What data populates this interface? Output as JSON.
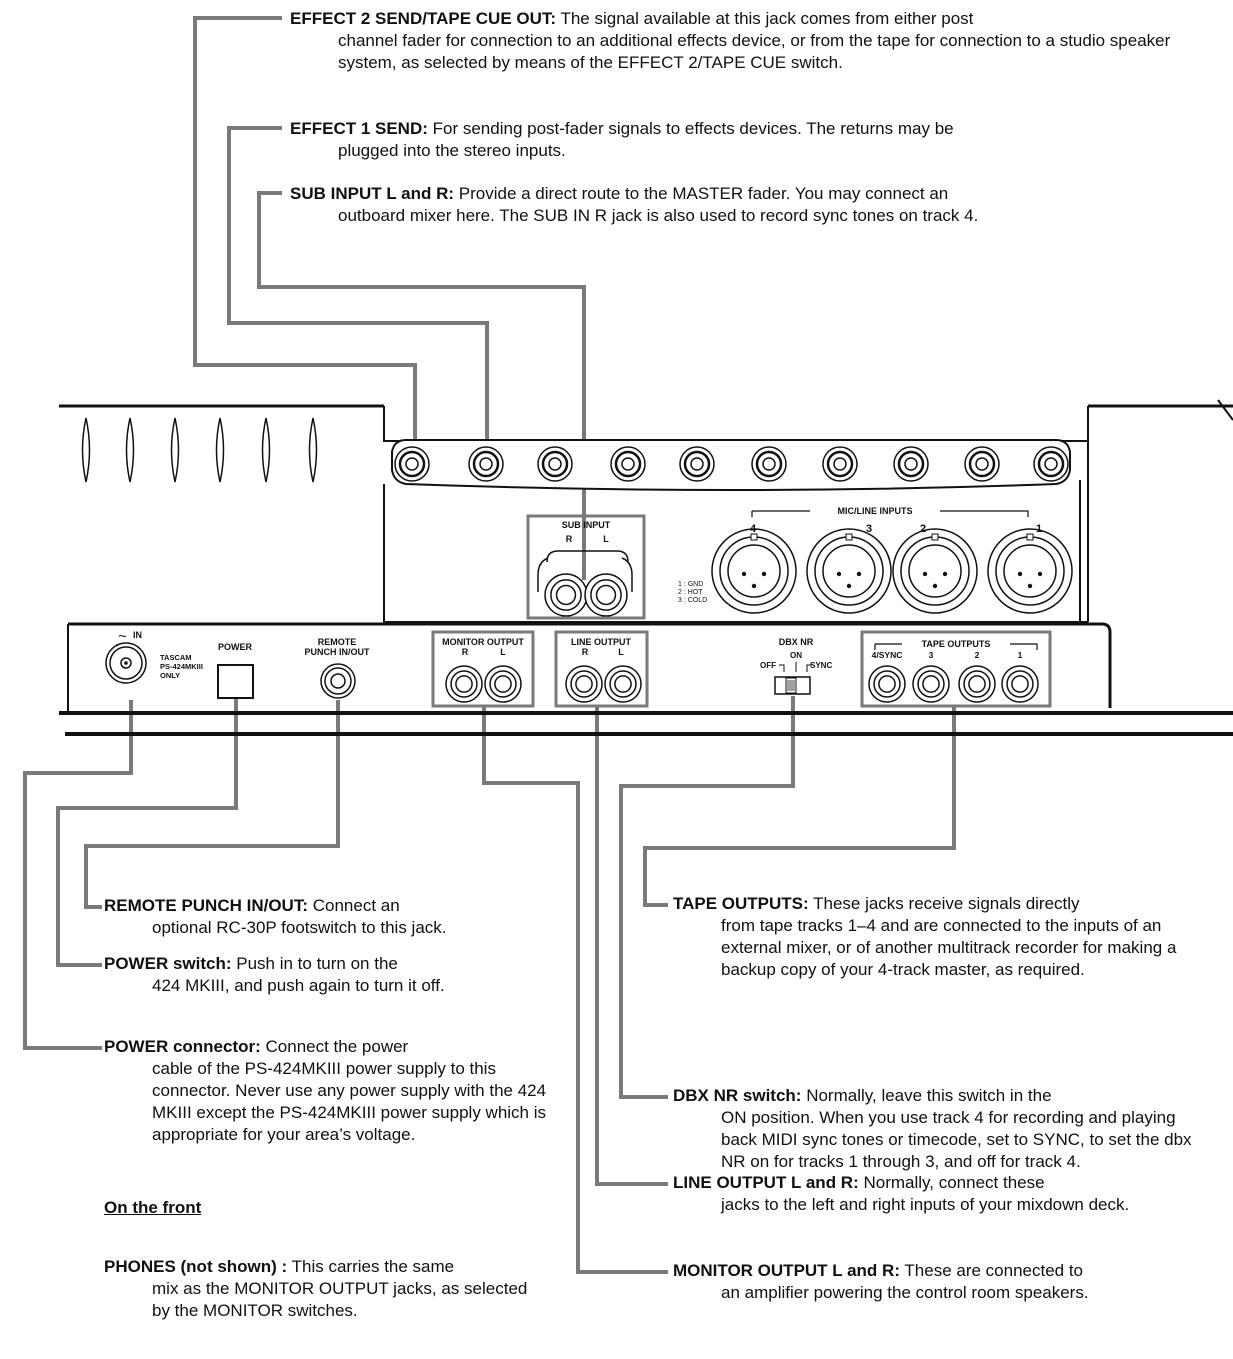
{
  "callouts": {
    "effect2": {
      "term": "EFFECT 2 SEND/TAPE CUE OUT:",
      "line1": " The signal available at this jack comes from either post",
      "rest": "channel fader for connection to an additional effects device, or from the tape for connection to a studio speaker system, as selected by means of the EFFECT 2/TAPE CUE switch."
    },
    "effect1": {
      "term": "EFFECT 1 SEND:",
      "line1": " For sending post-fader signals to effects devices. The returns may be",
      "rest": "plugged into the stereo inputs."
    },
    "subinput": {
      "term": "SUB INPUT L and R:",
      "line1": " Provide a direct route to the MASTER fader. You may connect an",
      "rest": "outboard mixer here. The SUB IN R jack is also used to record sync tones on track 4."
    },
    "remote": {
      "term": "REMOTE PUNCH IN/OUT:",
      "line1": " Connect an",
      "rest": "optional RC-30P footswitch to this jack."
    },
    "power_switch": {
      "term": "POWER switch:",
      "line1": " Push in to turn on the",
      "rest": "424 MKIII, and push again to turn it off."
    },
    "power_connector": {
      "term": "POWER connector:",
      "line1": " Connect the power",
      "rest": "cable of the PS-424MKIII power supply to this connector. Never use any power supply with the 424 MKIII except the PS-424MKIII power supply which is appropriate for your area’s voltage."
    },
    "tape_outputs": {
      "term": "TAPE OUTPUTS:",
      "line1": " These jacks receive signals directly",
      "rest": "from tape tracks 1–4 and are connected to the inputs of an external mixer, or of another multitrack recorder for making a backup copy of your 4-track master, as required."
    },
    "dbx": {
      "term": "DBX NR switch:",
      "line1": " Normally, leave this switch in the",
      "rest": "ON position. When you use track 4 for recording and playing back MIDI sync tones or timecode, set to SYNC, to set the dbx NR on for tracks 1 through 3, and off for track 4."
    },
    "line_output": {
      "term": "LINE OUTPUT L and R:",
      "line1": " Normally, connect these",
      "rest": "jacks to the left and right inputs of your mixdown deck."
    },
    "monitor_output": {
      "term": "MONITOR OUTPUT L and R:",
      "line1": " These are connected to",
      "rest": "an amplifier powering the control room speakers."
    }
  },
  "front": {
    "heading": "On the front",
    "phones": {
      "term": "PHONES (not shown) :",
      "line1": " This carries the same",
      "rest": "mix as the MONITOR OUTPUT jacks, as selected by the MONITOR switches."
    }
  },
  "panel": {
    "sub_input": "SUB INPUT",
    "r": "R",
    "l": "L",
    "mic_line_inputs": "MIC/LINE INPUTS",
    "input_nums": [
      "4",
      "3",
      "2",
      "1"
    ],
    "pin_legend": [
      "1 : GND",
      "2 : HOT",
      "3 : COLD"
    ],
    "ac_in": "IN",
    "ac_symbol": "~",
    "tascam": [
      "TASCAM",
      "PS-424MKIII",
      "ONLY"
    ],
    "power": "POWER",
    "remote_line1": "REMOTE",
    "remote_line2": "PUNCH IN/OUT",
    "monitor_output": "MONITOR OUTPUT",
    "line_output": "LINE OUTPUT",
    "dbx_nr": "DBX NR",
    "dbx_on": "ON",
    "dbx_off": "OFF",
    "dbx_sync": "SYNC",
    "tape_outputs": "TAPE OUTPUTS",
    "tape_nums": [
      "4/SYNC",
      "3",
      "2",
      "1"
    ]
  },
  "colors": {
    "leader": "#7a7a7a",
    "panel_line": "#111111"
  }
}
